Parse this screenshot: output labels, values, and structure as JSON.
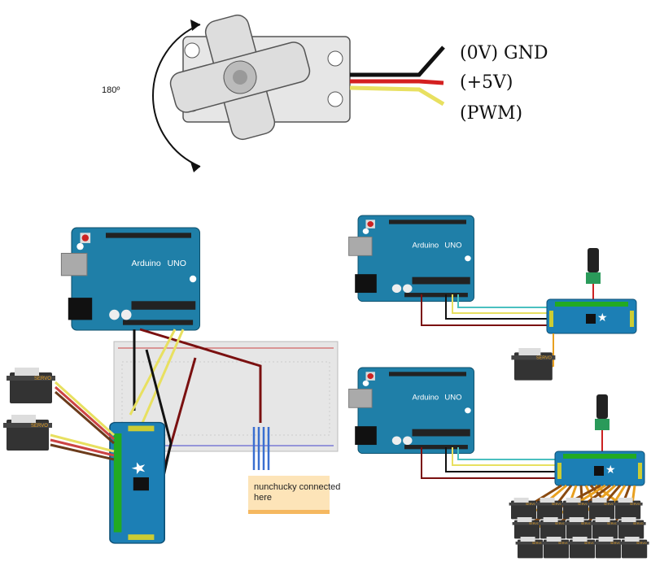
{
  "servo_pinout": {
    "rotation_label": "180º",
    "wires": [
      {
        "label": "(0V) GND",
        "color": "#111111"
      },
      {
        "label": "(+5V)",
        "color": "#d42020"
      },
      {
        "label": "(PWM)",
        "color": "#e8e060"
      }
    ]
  },
  "arduino": {
    "brand": "Arduino",
    "model": "UNO",
    "board_color": "#1f7fa8"
  },
  "note": {
    "line1": "nunchucky connected",
    "line2": "here",
    "color": "#fde4b8"
  },
  "colors": {
    "breadboard": "#e6e6e6",
    "pca_board": "#1c7fb5",
    "servo_body": "#333333"
  }
}
